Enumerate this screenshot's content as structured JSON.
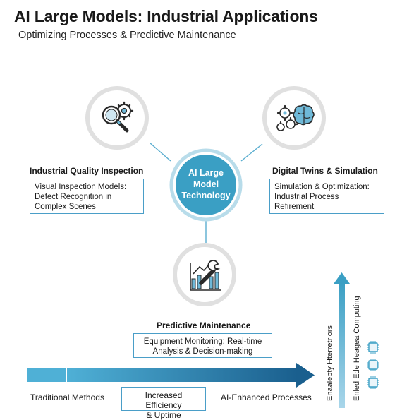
{
  "header": {
    "title": "AI Large Models: Industrial Applications",
    "subtitle": "Optimizing Processes & Predictive Maintenance"
  },
  "center": {
    "line1": "AI Large",
    "line2": "Model",
    "line3": "Technology"
  },
  "nodes": {
    "quality": {
      "heading": "Industrial Quality Inspection",
      "line1": "Visual Inspection Models:",
      "line2": "Defect Recognition in",
      "line3": "Complex Scenes",
      "icon": "magnifier-gear-icon"
    },
    "twins": {
      "heading": "Digital Twins & Simulation",
      "line1": "Simulation & Optimization:",
      "line2": "Industrial Process",
      "line3": "Refirement",
      "icon": "gears-brain-icon"
    },
    "maintenance": {
      "heading": "Predictive Maintenance",
      "line1": "Equipment Monitoring: Real-time",
      "line2": "Analysis & Decision-making",
      "icon": "wrench-chart-icon"
    }
  },
  "bottom": {
    "left_label": "Traditional Methods",
    "middle_line1": "Increased Efficiency",
    "middle_line2": "& Uptime",
    "right_label": "AI-Enhanced Processes"
  },
  "vertical": {
    "label1": "Enaalebty Hterretriors",
    "label2": "Enled Ede Heagea Computing",
    "icon": "chip-icon"
  },
  "colors": {
    "accent": "#3a9fc4",
    "accent_dark": "#1e6f9c",
    "ring": "#e0e0e0",
    "box_border": "#4a9ec8"
  }
}
